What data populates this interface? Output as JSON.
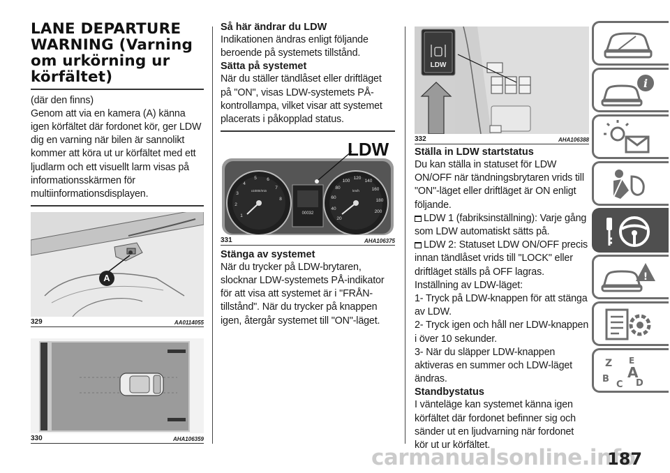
{
  "section": {
    "title_lines": [
      "LANE DEPARTURE",
      "WARNING (Varning",
      "om urkörning ur",
      "körfältet)"
    ],
    "intro_paragraphs": [
      "(där den finns)",
      "Genom att via en kamera (A) känna igen körfältet där fordonet kör, ger LDW dig en varning när bilen är sannolikt kommer att köra ut ur körfältet med ett ljudlarm och ett visuellt larm visas på informationsskärmen för multiinformationsdisplayen."
    ]
  },
  "figures": {
    "fig329": {
      "number": "329",
      "code": "AA0114055",
      "callout": "A"
    },
    "fig330": {
      "number": "330",
      "code": "AHA106359"
    },
    "fig331": {
      "number": "331",
      "code": "AHA106375",
      "ldw_label": "LDW"
    },
    "fig332": {
      "number": "332",
      "code": "AHA106388",
      "button_label": "LDW"
    }
  },
  "col2": {
    "h1": "Så här ändrar du LDW",
    "p1": "Indikationen ändras enligt följande beroende på systemets tillstånd.",
    "h2": "Sätta på systemet",
    "p2": "När du ställer tändlåset eller driftläget på \"ON\", visas LDW-systemets PÅ-kontrollampa, vilket visar att systemet placerats i påkopplad status.",
    "h3": "Stänga av systemet",
    "p3": "När du trycker på LDW-brytaren, slocknar LDW-systemets PÅ-indikator för att visa att systemet är i \"FRÅN-tillstånd\". När du trycker på knappen igen, återgår systemet till \"ON\"-läget."
  },
  "col3": {
    "h1": "Ställa in LDW startstatus",
    "p1": "Du kan ställa in statuset för LDW ON/OFF när tändningsbrytaren vrids till \"ON\"-läget eller driftläget är ON enligt följande.",
    "bullet1": "LDW 1 (fabriksinställning): Varje gång som LDW automatiskt sätts på.",
    "bullet2": "LDW 2: Statuset LDW ON/OFF precis innan tändlåset vrids till \"LOCK\" eller driftläget ställs på OFF lagras.",
    "p2": "Inställning av LDW-läget:",
    "steps": [
      "1- Tryck på LDW-knappen för att stänga av LDW.",
      "2- Tryck igen och håll ner LDW-knappen i över 10 sekunder.",
      "3- När du släpper LDW-knappen aktiveras en summer och LDW-läget ändras."
    ],
    "h2": "Standbystatus",
    "p3": "I vänteläge kan systemet känna igen körfältet där fordonet befinner sig och sänder ut en ljudvarning när fordonet kör ut ur körfältet."
  },
  "gauges": {
    "left_ticks": [
      "1",
      "2",
      "3",
      "4",
      "5",
      "6",
      "7",
      "8"
    ],
    "left_unit": "x1000r/min",
    "right_ticks": [
      "20",
      "40",
      "60",
      "80",
      "100",
      "120",
      "140",
      "160",
      "180",
      "200"
    ],
    "right_unit": "km/h",
    "odo": "00032"
  },
  "page": {
    "number": "187",
    "watermark": "carmanualsonline.info"
  },
  "tabs": [
    {
      "icon": "car-windshield-icon",
      "active": false
    },
    {
      "icon": "car-info-icon",
      "active": false
    },
    {
      "icon": "warning-lights-envelope-icon",
      "active": false
    },
    {
      "icon": "airbag-seatbelt-icon",
      "active": false
    },
    {
      "icon": "key-steering-wheel-icon",
      "active": true
    },
    {
      "icon": "car-warning-icon",
      "active": false
    },
    {
      "icon": "maintenance-list-icon",
      "active": false
    },
    {
      "icon": "alphabetical-index-icon",
      "active": false
    }
  ],
  "colors": {
    "text": "#1a1a1a",
    "tab_border": "#6d6d6d",
    "tab_active": "#4f4f4f"
  }
}
